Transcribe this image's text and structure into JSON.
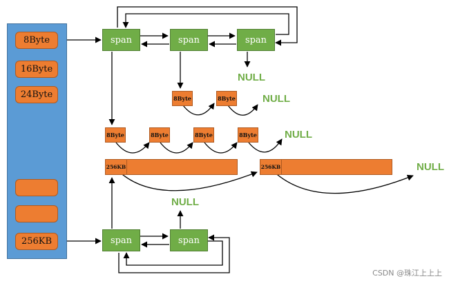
{
  "size_classes": {
    "items": [
      {
        "label": "8Byte"
      },
      {
        "label": "16Byte"
      },
      {
        "label": "24Byte"
      },
      {
        "label": ""
      },
      {
        "label": ""
      },
      {
        "label": "256KB"
      }
    ]
  },
  "spans": {
    "top": [
      "span",
      "span",
      "span"
    ],
    "bottom": [
      "span",
      "span"
    ]
  },
  "objects": {
    "span2_list": [
      "8Byte",
      "8Byte"
    ],
    "span1_list": [
      "8Byte",
      "8Byte",
      "8Byte",
      "8Byte"
    ],
    "big_list": [
      "256KB",
      "256KB"
    ]
  },
  "nulls": {
    "top_span_next": "NULL",
    "span2_list_end": "NULL",
    "span1_list_end": "NULL",
    "big_list_end": "NULL",
    "bottom_span_next": "NULL"
  },
  "watermark": "CSDN @珠江上上上"
}
